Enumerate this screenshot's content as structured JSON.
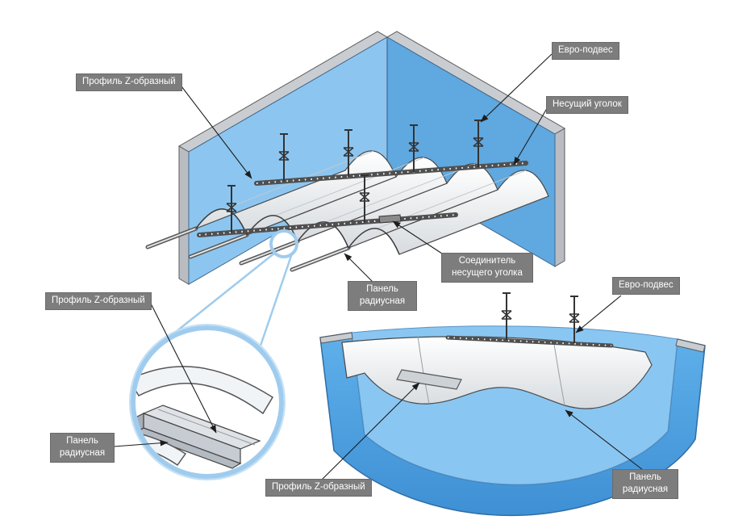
{
  "diagram": {
    "description": "Suspended curved-panel ceiling assembly diagram",
    "labels": {
      "z_profile_top": "Профиль Z-образный",
      "euro_hanger_top": "Евро-подвес",
      "bearing_angle": "Несущий уголок",
      "bearing_angle_connector": "Соединитель несущего уголка",
      "radius_panel_mid": "Панель радиусная",
      "z_profile_detail": "Профиль Z-образный",
      "radius_panel_detail": "Панель радиусная",
      "euro_hanger_bottom": "Евро-подвес",
      "z_profile_bottom": "Профиль Z-образный",
      "radius_panel_bottom": "Панель радиусная"
    },
    "colors": {
      "label_bg": "#7D7D7D",
      "label_border": "#6A6A6A",
      "label_text": "#FFFFFF",
      "wall_blue_light": "#8CC6F0",
      "wall_blue_mid": "#5FA8E0",
      "wall_blue_bottom": "#4DA2E4",
      "wall_blue_inner": "#8AC6F2",
      "ring_blue": "#9FCCEE",
      "line_color": "#1D1D1D"
    }
  }
}
